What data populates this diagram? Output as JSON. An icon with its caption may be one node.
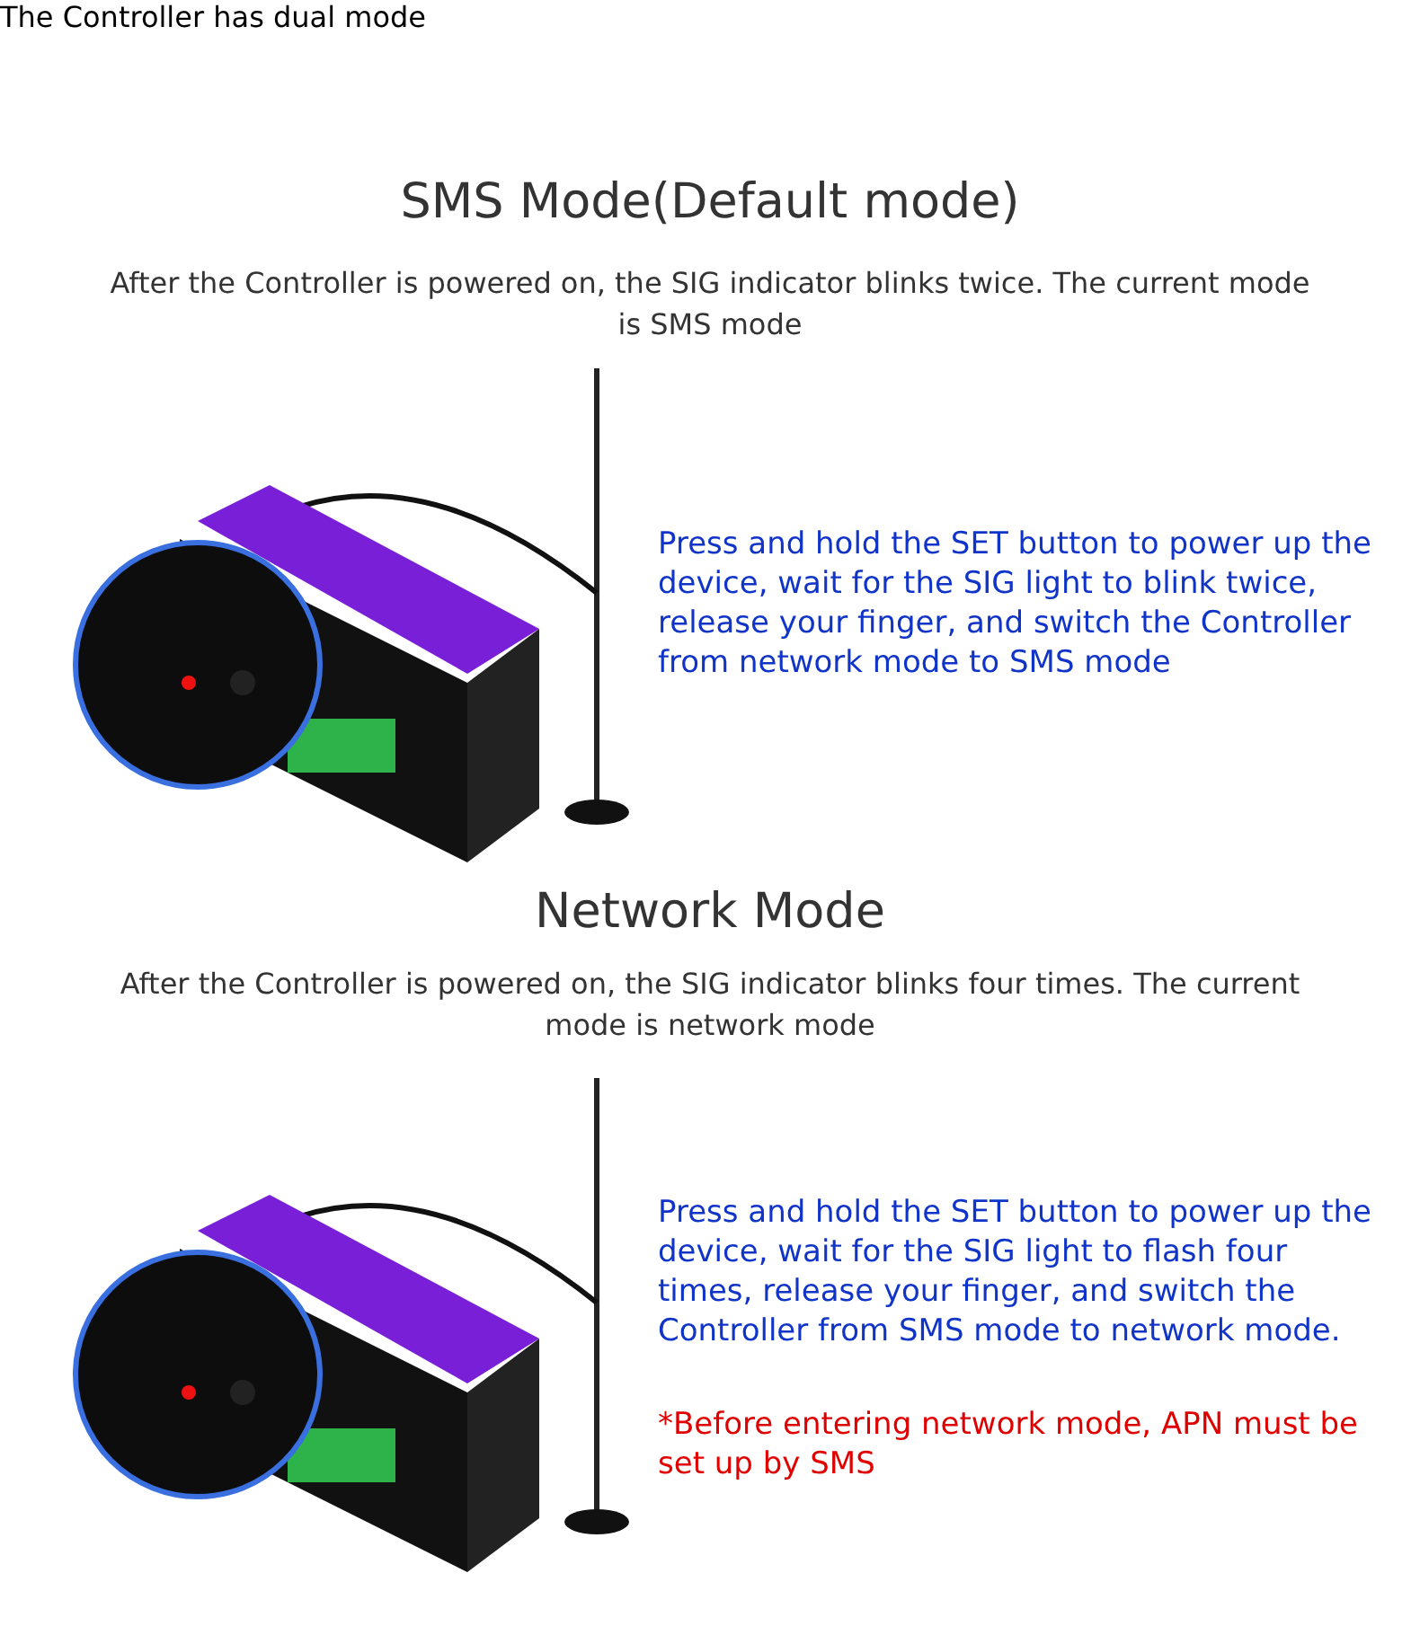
{
  "diagram": {
    "title": "The Controller has dual mode",
    "nodes": [
      {
        "text": [],
        "shape": "picture"
      },
      {
        "text": [],
        "shape": "picture"
      }
    ],
    "labels": [
      "SMS Mode(Default mode)",
      "After the Controller is powered on, the SIG indicator blinks twice. The current mode is SMS mode",
      "Press and hold the SET button to power up the device, wait for the SIG light to blink twice, release your finger, and switch the Controller from network mode to SMS mode",
      "Network Mode",
      "After the Controller is powered on, the SIG indicator blinks four times. The current mode is network mode",
      "Press and hold the SET button to power up the device, wait for the SIG light to flash four times, release your finger, and switch the Controller from SMS mode to network mode.",
      "*Before entering network mode, APN must be set up by SMS"
    ]
  }
}
